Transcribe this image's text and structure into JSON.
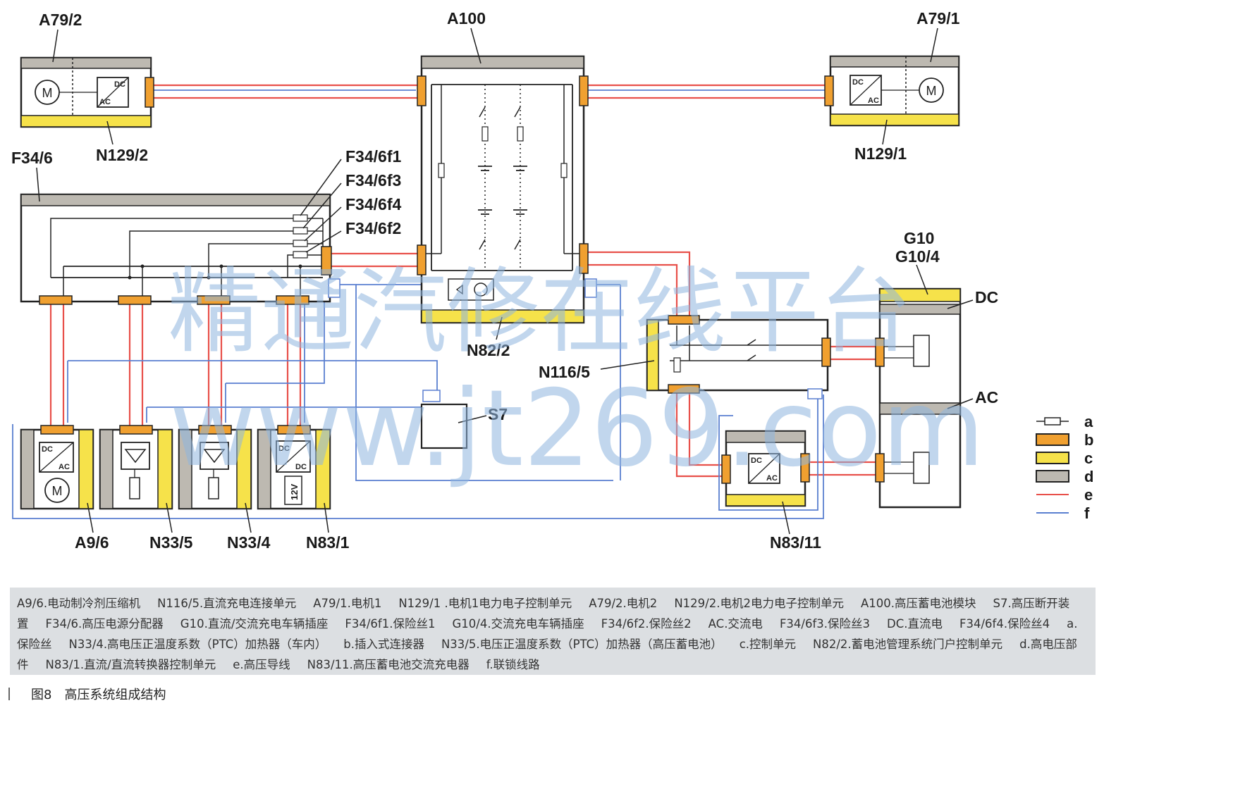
{
  "labels": {
    "a79_2": "A79/2",
    "a100": "A100",
    "a79_1": "A79/1",
    "n129_2": "N129/2",
    "n129_1": "N129/1",
    "f34_6": "F34/6",
    "f34_6f1": "F34/6f1",
    "f34_6f3": "F34/6f3",
    "f34_6f4": "F34/6f4",
    "f34_6f2": "F34/6f2",
    "g10": "G10",
    "g10_4": "G10/4",
    "dc": "DC",
    "ac": "AC",
    "n82_2": "N82/2",
    "n116_5": "N116/5",
    "s7": "S7",
    "a9_6": "A9/6",
    "n33_5": "N33/5",
    "n33_4": "N33/4",
    "n83_1": "N83/1",
    "n83_11": "N83/11"
  },
  "device_marks": {
    "motor": "M",
    "dc": "DC",
    "ac": "AC",
    "v12": "12V"
  },
  "legend": [
    {
      "key": "a",
      "symbol": "fuse"
    },
    {
      "key": "b",
      "symbol": "orange-box",
      "color": "#f0a030"
    },
    {
      "key": "c",
      "symbol": "yellow-box",
      "color": "#f6e24a"
    },
    {
      "key": "d",
      "symbol": "gray-box",
      "color": "#bdb9b1"
    },
    {
      "key": "e",
      "symbol": "line",
      "color": "#e8504a"
    },
    {
      "key": "f",
      "symbol": "line",
      "color": "#5a7fd0"
    }
  ],
  "watermark": {
    "line1": "精通汽修在线平台",
    "line2": "www.jt269.com"
  },
  "caption": [
    "A9/6.电动制冷剂压缩机",
    "N116/5.直流充电连接单元",
    "A79/1.电机1",
    "N129/1 .电机1电力电子控制单元",
    "A79/2.电机2",
    "N129/2.电机2电力电子控制单元",
    "A100.高压蓄电池模块",
    "S7.高压断开装置",
    "F34/6.高压电源分配器",
    "G10.直流/交流充电车辆插座",
    "F34/6f1.保险丝1",
    "G10/4.交流充电车辆插座",
    "F34/6f2.保险丝2",
    "AC.交流电",
    "F34/6f3.保险丝3",
    "DC.直流电",
    "F34/6f4.保险丝4",
    "a.保险丝",
    "N33/4.高电压正温度系数（PTC）加热器（车内）",
    "b.插入式连接器",
    "N33/5.电压正温度系数（PTC）加热器（高压蓄电池）",
    "c.控制单元",
    "N82/2.蓄电池管理系统门户控制单元",
    "d.高电压部件",
    "N83/1.直流/直流转换器控制单元",
    "e.高压导线",
    "N83/11.高压蓄电池交流充电器",
    "f.联锁线路"
  ],
  "figure": {
    "number": "图8",
    "title": "高压系统组成结构"
  },
  "colors": {
    "red_wire": "#e8504a",
    "blue_wire": "#5a7fd0",
    "connector": "#f0a030",
    "control": "#f6e24a",
    "component": "#bdb9b1",
    "outline": "#222222"
  }
}
